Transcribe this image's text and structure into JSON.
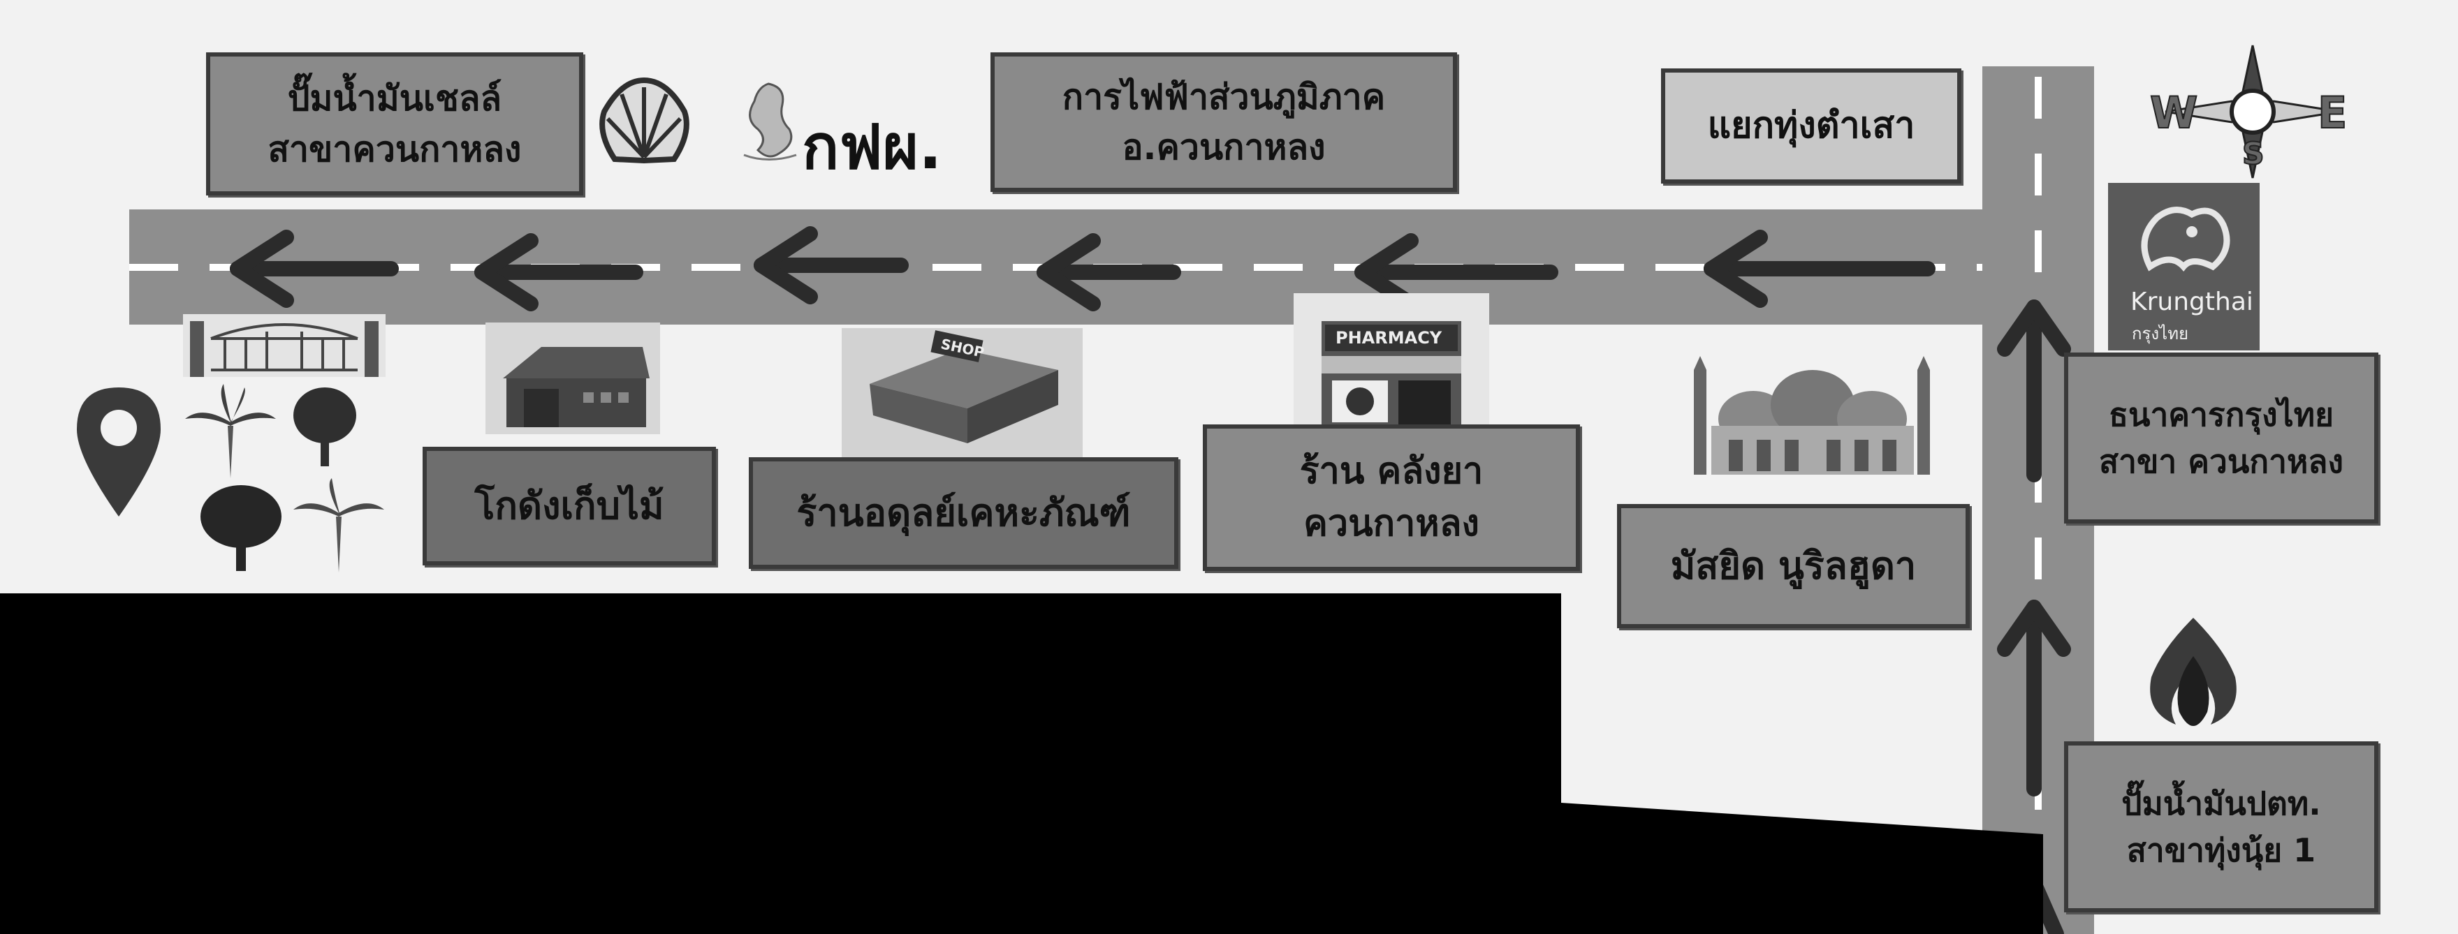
{
  "labels": {
    "shell_station": [
      "ปั๊มน้ำมันเชลล์",
      "สาขาควนกาหลง"
    ],
    "pea_office": [
      "การไฟฟ้าส่วนภูมิภาค",
      "อ.ควนกาหลง"
    ],
    "junction": "แยกทุ่งตำเสา",
    "bank": [
      "ธนาคารกรุงไทย",
      "สาขา ควนกาหลง"
    ],
    "warehouse": "โกดังเก็บไม้",
    "store": "ร้านอดุลย์เคหะภัณฑ์",
    "pharmacy": [
      "ร้าน คลังยา",
      "ควนกาหลง"
    ],
    "mosque": "มัสยิด นูริลฮูดา",
    "ptt_station": [
      "ปั๊มน้ำมันปตท.",
      "สาขาทุ่งนุ้ย 1"
    ]
  },
  "logos": {
    "pea": "กฟผ.",
    "krungthai_en": "Krungthai",
    "krungthai_th": "กรุงไทย",
    "shop_sign": "SHOP",
    "pharmacy_sign": "PHARMACY"
  },
  "compass": {
    "west": "W",
    "east": "E",
    "south": "S"
  },
  "icons": {
    "location_pin": "location-pin-icon",
    "palms": "palm-tree-icon",
    "gate": "gate-icon"
  },
  "colors": {
    "road": "#8e8e8e",
    "lane_dash": "#ffffff",
    "label_fill": "#8a8a8a",
    "redaction": "#000000"
  }
}
